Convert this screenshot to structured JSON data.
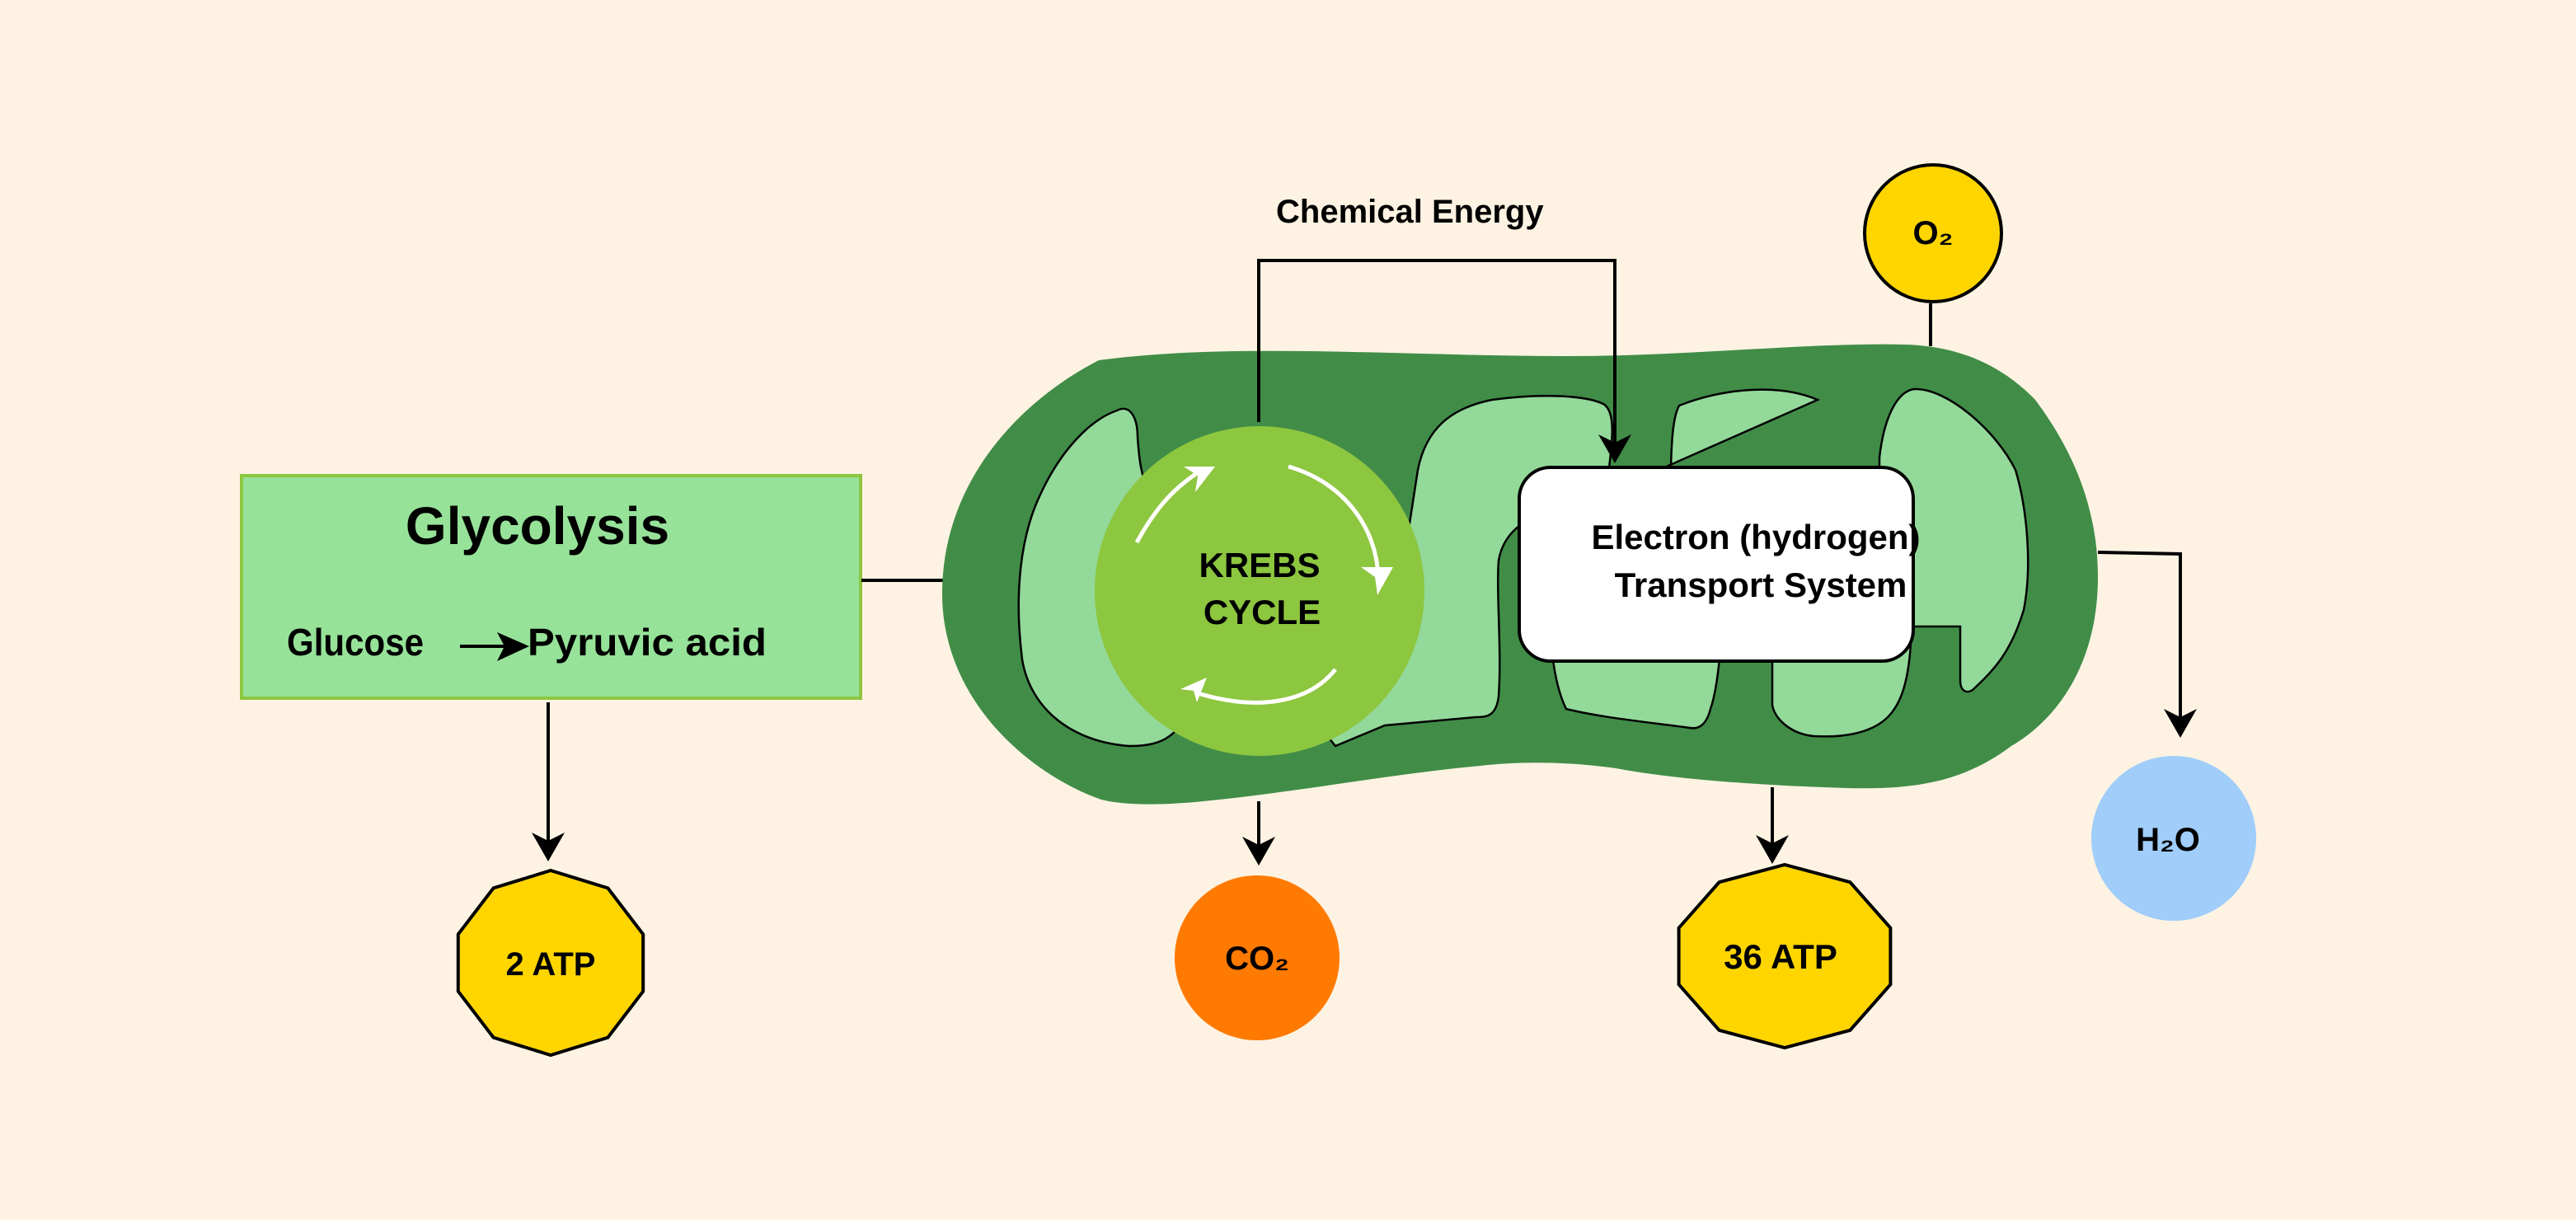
{
  "diagram": {
    "title": "Cellular Respiration",
    "colors": {
      "background": "#fef3e3",
      "glycolysis_fill": "#96e299",
      "glycolysis_border": "#8dc63f",
      "mitochondrion_outer": "#418d48",
      "cristae": "#93d999",
      "krebs": "#8dc63f",
      "atp": "#ffd500",
      "oxygen": "#ffd500",
      "co2": "#ff7a00",
      "water": "#a0cdfa",
      "ets_box": "#ffffff"
    },
    "glycolysis": {
      "title": "Glycolysis",
      "reactant": "Glucose",
      "product": "Pyruvic acid",
      "output": "2 ATP"
    },
    "krebs": {
      "line1": "KREBS",
      "line2": "CYCLE",
      "output": "CO₂"
    },
    "chemical_energy_label": "Chemical Energy",
    "ets": {
      "line1": "Electron (hydrogen)",
      "line2": "Transport System",
      "output": "36 ATP"
    },
    "oxygen": {
      "label": "O₂"
    },
    "water": {
      "label": "H₂O"
    }
  }
}
